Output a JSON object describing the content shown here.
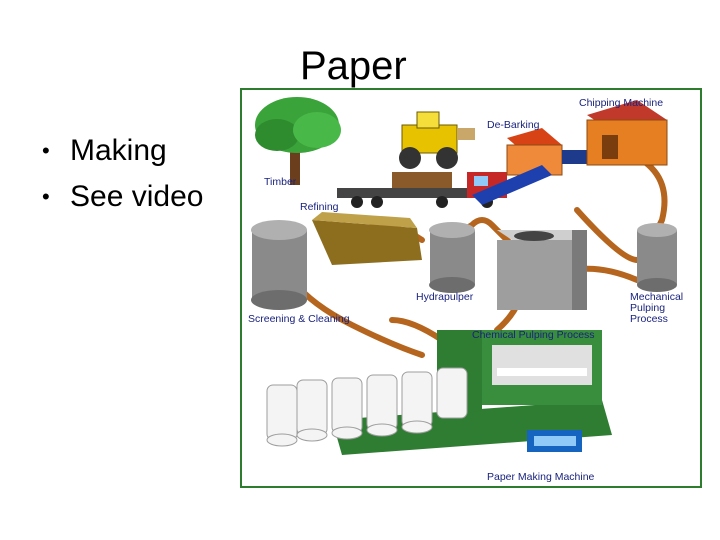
{
  "slide": {
    "title": "Paper",
    "bullets": [
      "Making",
      "See video"
    ]
  },
  "diagram": {
    "labels": {
      "chipping_machine": "Chipping Machine",
      "de_barking": "De-Barking",
      "timber": "Timber",
      "refining": "Refining",
      "hydrapulper": "Hydrapulper",
      "mechanical_1": "Mechanical",
      "mechanical_2": "Pulping",
      "mechanical_3": "Process",
      "screening": "Screening & Cleaning",
      "chemical": "Chemical Pulping Process",
      "paper_machine": "Paper Making Machine"
    }
  }
}
